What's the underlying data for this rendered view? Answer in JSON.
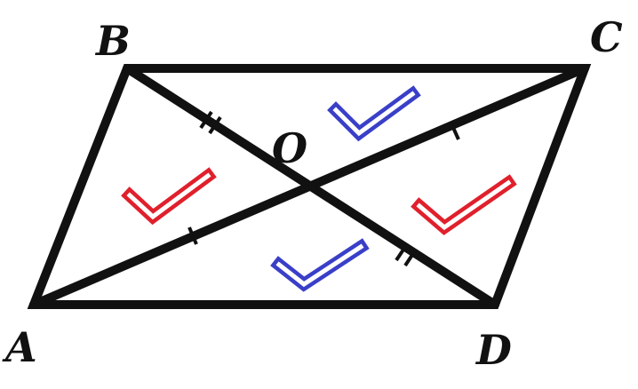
{
  "vertices": {
    "A": "A",
    "B": "B",
    "C": "C",
    "D": "D",
    "O": "O"
  },
  "colors": {
    "stroke": "#111111",
    "check_red": "#e0202c",
    "check_blue": "#3a3fc8"
  },
  "icons": {
    "left_triangle": "check-mark-icon",
    "right_triangle": "check-mark-icon",
    "top_triangle": "check-mark-icon",
    "bottom_triangle": "check-mark-icon"
  }
}
